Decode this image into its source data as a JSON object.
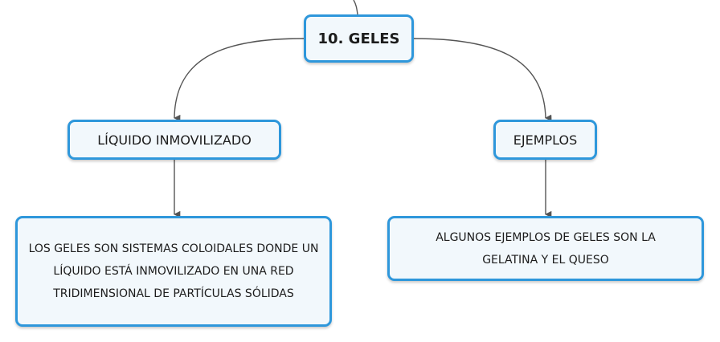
{
  "nodes": {
    "root": "10. GELES",
    "liquido": "LÍQUIDO INMOVILIZADO",
    "ejemplos": "EJEMPLOS",
    "descripcion": "LOS GELES SON SISTEMAS COLOIDALES DONDE UN LÍQUIDO ESTÁ INMOVILIZADO EN UNA RED TRIDIMENSIONAL DE PARTÍCULAS SÓLIDAS",
    "ejemplos_texto": "ALGUNOS EJEMPLOS DE GELES SON LA GELATINA Y EL QUESO"
  },
  "colors": {
    "node_border": "#2e97db",
    "node_fill": "#f2f8fc",
    "connector": "#555555"
  }
}
